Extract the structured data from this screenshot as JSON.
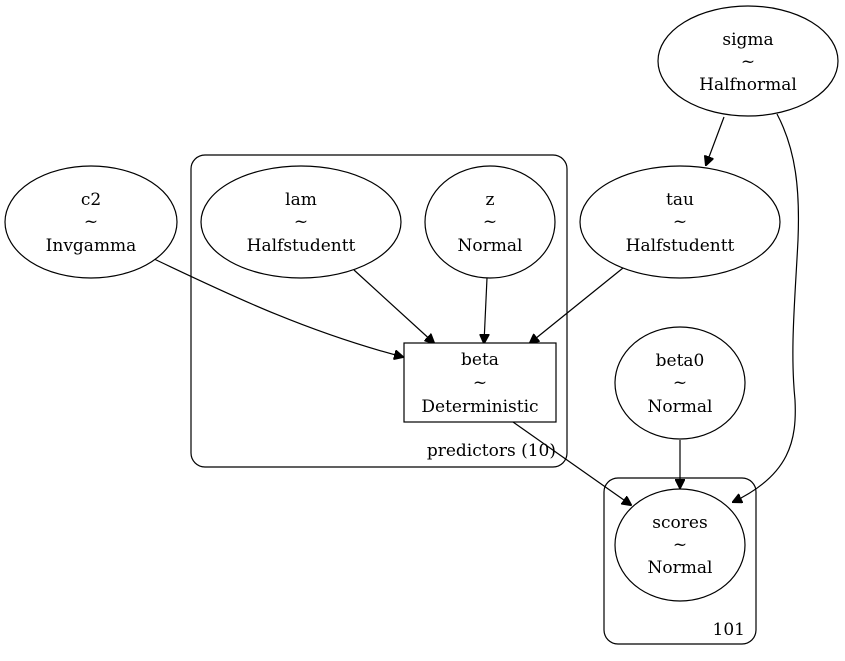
{
  "graph": {
    "nodes": {
      "sigma": {
        "name": "sigma",
        "tilde": "~",
        "dist": "Halfnormal"
      },
      "c2": {
        "name": "c2",
        "tilde": "~",
        "dist": "Invgamma"
      },
      "lam": {
        "name": "lam",
        "tilde": "~",
        "dist": "Halfstudentt"
      },
      "z": {
        "name": "z",
        "tilde": "~",
        "dist": "Normal"
      },
      "tau": {
        "name": "tau",
        "tilde": "~",
        "dist": "Halfstudentt"
      },
      "beta": {
        "name": "beta",
        "tilde": "~",
        "dist": "Deterministic"
      },
      "beta0": {
        "name": "beta0",
        "tilde": "~",
        "dist": "Normal"
      },
      "scores": {
        "name": "scores",
        "tilde": "~",
        "dist": "Normal",
        "observed": true,
        "fill": "#d3d3d3"
      }
    },
    "plates": {
      "predictors": {
        "label": "predictors (10)"
      },
      "obs": {
        "label": "101"
      }
    },
    "edges": [
      {
        "from": "sigma",
        "to": "tau"
      },
      {
        "from": "sigma",
        "to": "scores"
      },
      {
        "from": "c2",
        "to": "beta"
      },
      {
        "from": "lam",
        "to": "beta"
      },
      {
        "from": "z",
        "to": "beta"
      },
      {
        "from": "tau",
        "to": "beta"
      },
      {
        "from": "beta",
        "to": "scores"
      },
      {
        "from": "beta0",
        "to": "scores"
      }
    ]
  }
}
